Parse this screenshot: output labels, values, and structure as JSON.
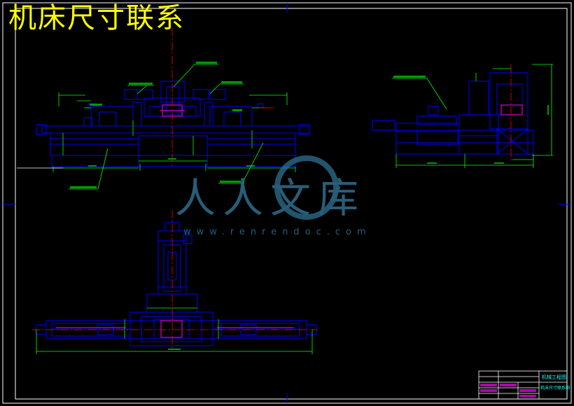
{
  "drawing": {
    "title": "机床尺寸联系",
    "watermark_brand": "人人文库",
    "watermark_url": "www.renrendoc.com"
  },
  "title_block": {
    "line1": "机械工程图",
    "line2": "机床尺寸联系图"
  },
  "colors": {
    "background": "#000000",
    "frame": "#ffffff",
    "outline": "#0000ff",
    "dimension": "#00ff00",
    "centerline": "#ff0000",
    "hidden": "#ff00ff",
    "title_text": "#ffff00",
    "watermark": "#2f6e8e"
  }
}
